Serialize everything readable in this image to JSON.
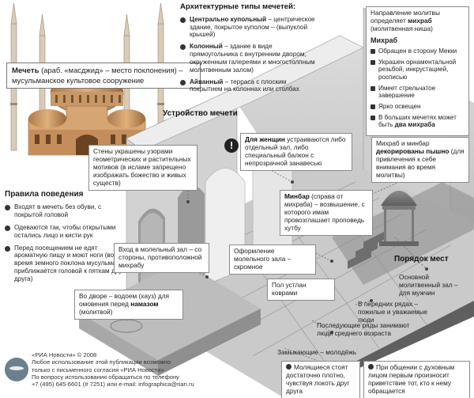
{
  "header": {
    "types_title": "Архитектурные типы мечетей:",
    "types": [
      {
        "term": "Центрально купольный",
        "text": " – центрическое здание, покрытое куполом – (выпуклой крышей)"
      },
      {
        "term": "Колонный",
        "text": " – здание в виде прямоугольника с внутренним двором, окруженным галереями и многостолпным молитвенным залом)"
      },
      {
        "term": "Айванный",
        "text": " – терраса с плоским покрытием на колоннах или столбах"
      }
    ]
  },
  "mosque_def": {
    "term": "Мечеть",
    "text": " (араб. «масджид» – место поклонения) – мусульманское культовое сооружение"
  },
  "structure_title": "Устройство мечети",
  "order_title": "Порядок мест",
  "mihrab": {
    "intro_1": "Направление молитвы определяет ",
    "intro_term": "михраб",
    "intro_2": " (молитвенная ниша)",
    "heading": "Михраб",
    "items": [
      "Обращен в сторону Мекки",
      "Украшен орнаментальной резьбой, инкрустацией, росписью",
      "Имеет стрельчатое завершение",
      "Ярко освещен"
    ],
    "big_1": "В больших мечетях может быть ",
    "big_term": "два михраба"
  },
  "rules": {
    "title": "Правила поведения",
    "items": [
      "Входят в мечеть без обуви, с покрытой головой",
      "Одеваются так, чтобы открытыми остались лицо и кисти рук",
      "Перед посещением не едят ароматную пищу и моют ноги (во время земного поклона мусульманин приближается головой к пяткам друг друга)"
    ]
  },
  "callouts": {
    "walls": "Стены украшены узорами геометрических и растительных мотивов (в исламе запрещено изображать божество и живых существ)",
    "women_term": "Для женщин",
    "women_text": " устраиваются либо отдельный зал, либо специальный балкон с непрозрачной занавесью",
    "mihrab_minbar_1": "Михраб и минбар ",
    "mihrab_minbar_term": "декорированы пышно",
    "mihrab_minbar_2": " (для привлечения к себе внимания во время молитвы)",
    "minbar_term": "Минбар",
    "minbar_text": " (справа от михраба) – возвышение, с которого имам провозглашает проповедь хутбу",
    "entrance": "Вход в молельный зал – со стороны, противоположной михрабу",
    "decor": "Оформление молельного зала – скромное",
    "carpets": "Пол устлан коврами",
    "hauz_1": "Во дворе – водоем (хауз) для омовения перед ",
    "hauz_term": "намазом",
    "hauz_2": " (молитвой)",
    "main_hall": "Основной молитвенный зал – для мужчин",
    "front_rows": "В передних рядах – пожилые и уважаемые люди",
    "last_rows": "Последующие ряды занимают люди среднего возраста",
    "closing": "Замыкающие – молодёжь",
    "praying": "Молящиеся стоят достаточно плотно, чувствуя локоть друг друга",
    "greeting": "При общении с духовным лицом первым произносит приветствие тот, кто к нему обращается"
  },
  "footer": {
    "lines": [
      "«РИА Новости» © 2008",
      "Любое использование этой публикации возможно",
      "только с письменного согласия «РИА Новости»",
      "По вопросу использования обращаться по телефону",
      "+7 (495) 645-6601 (# 7251) или e-mail: infographica@rian.ru"
    ]
  }
}
